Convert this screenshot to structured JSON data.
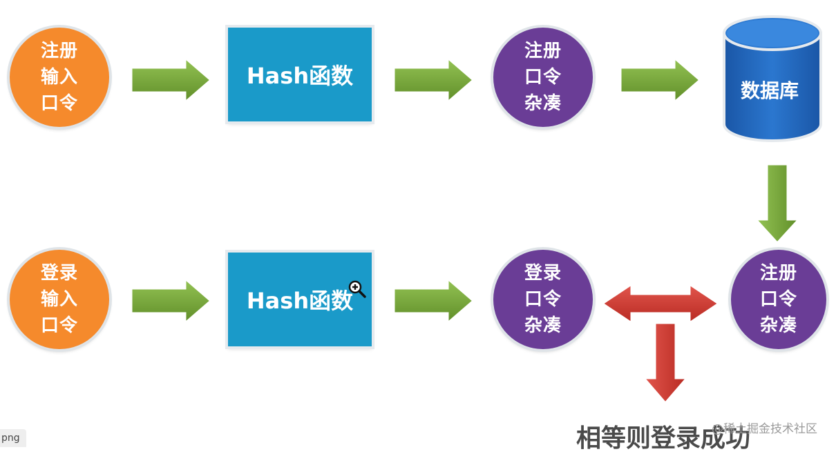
{
  "nodes": {
    "register_input": {
      "label": "注册\n输入\n口令",
      "color": "#f58a2c"
    },
    "hash_top": {
      "label": "Hash函数",
      "color": "#1a9ac9"
    },
    "register_hash": {
      "label": "注册\n口令\n杂凑",
      "color": "#6a3d96"
    },
    "database": {
      "label": "数据库",
      "color": "#1e63b8"
    },
    "login_input": {
      "label": "登录\n输入\n口令",
      "color": "#f58a2c"
    },
    "hash_bottom": {
      "label": "Hash函数",
      "color": "#1a9ac9"
    },
    "login_hash": {
      "label": "登录\n口令\n杂凑",
      "color": "#6a3d96"
    },
    "stored_hash": {
      "label": "注册\n口令\n杂凑",
      "color": "#6a3d96"
    }
  },
  "result": {
    "label": "相等则登录成功"
  },
  "watermark": {
    "text": "@稀土掘金技术社区"
  },
  "file_tag": {
    "text": "png"
  },
  "colors": {
    "green_arrow": "#7cab3c",
    "red_arrow": "#d23a32",
    "database": "#1e63b8"
  }
}
